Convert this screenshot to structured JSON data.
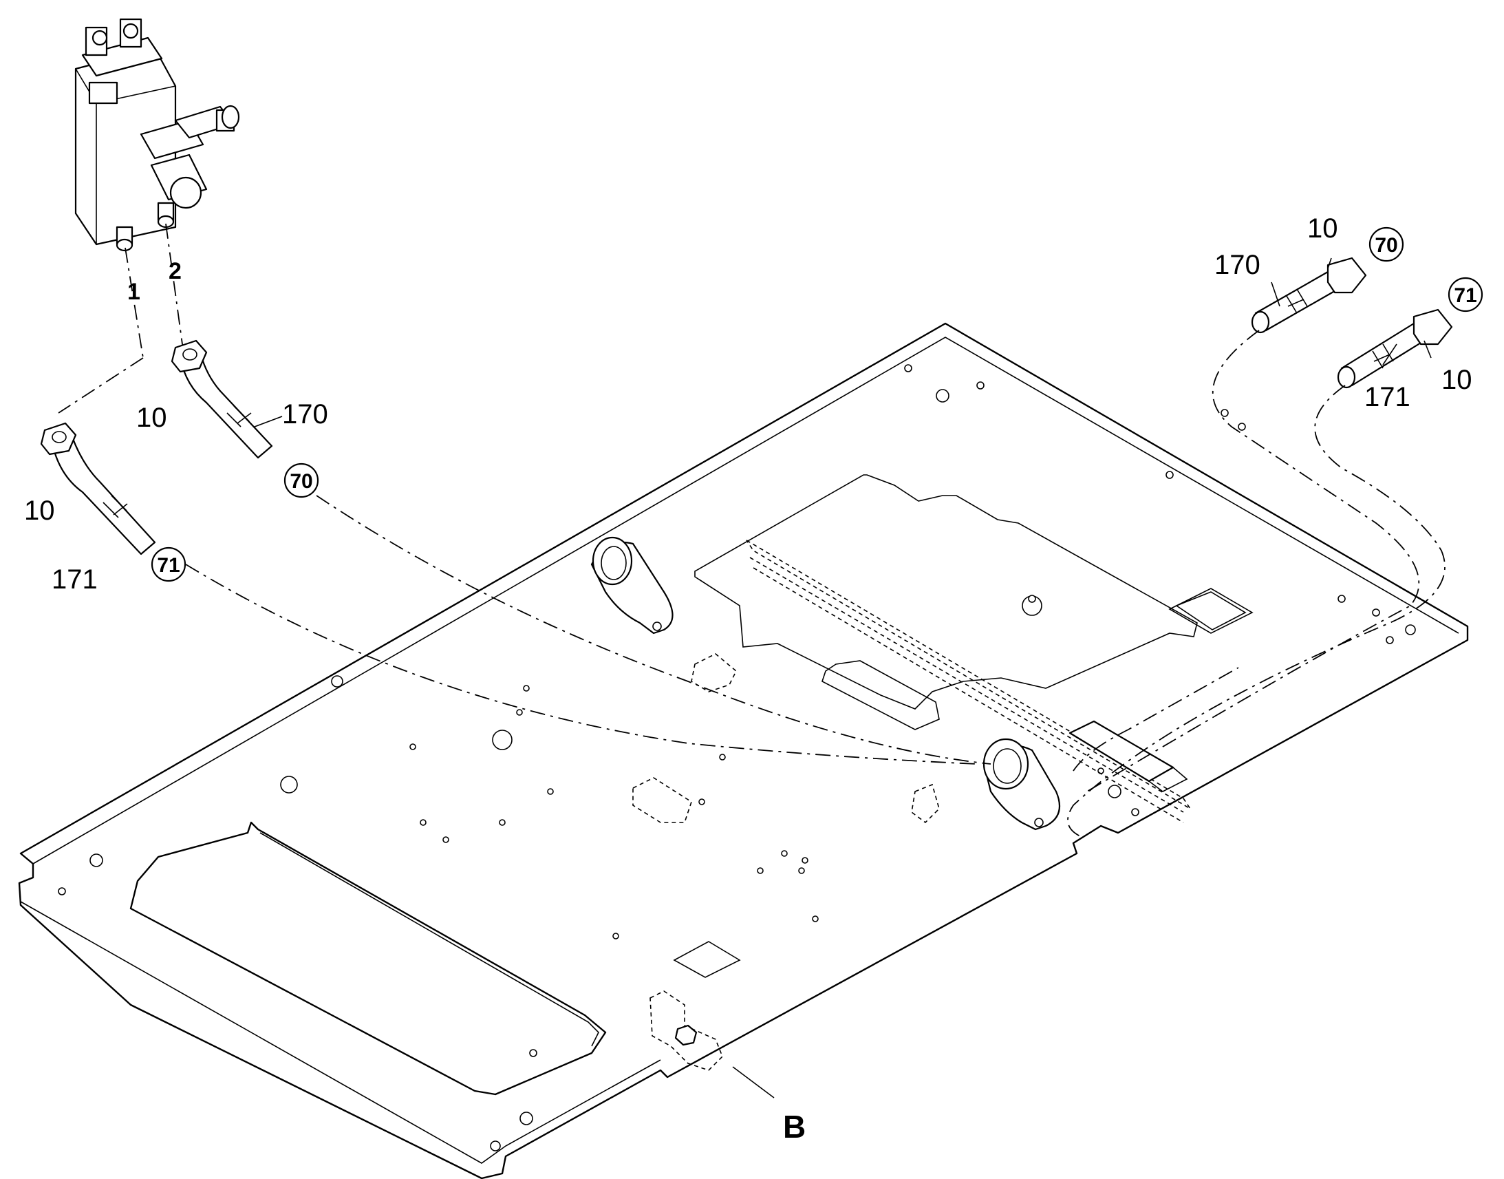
{
  "callouts": {
    "port_1": "1",
    "port_2": "2",
    "left_fitting_a": "10",
    "left_fitting_b": "10",
    "left_hose_a": "170",
    "left_hose_b": "171",
    "left_ref_a": "70",
    "left_ref_b": "71",
    "right_fitting_a": "10",
    "right_fitting_b": "10",
    "right_hose_a": "170",
    "right_hose_b": "171",
    "right_ref_a": "70",
    "right_ref_b": "71",
    "view_b": "B"
  }
}
